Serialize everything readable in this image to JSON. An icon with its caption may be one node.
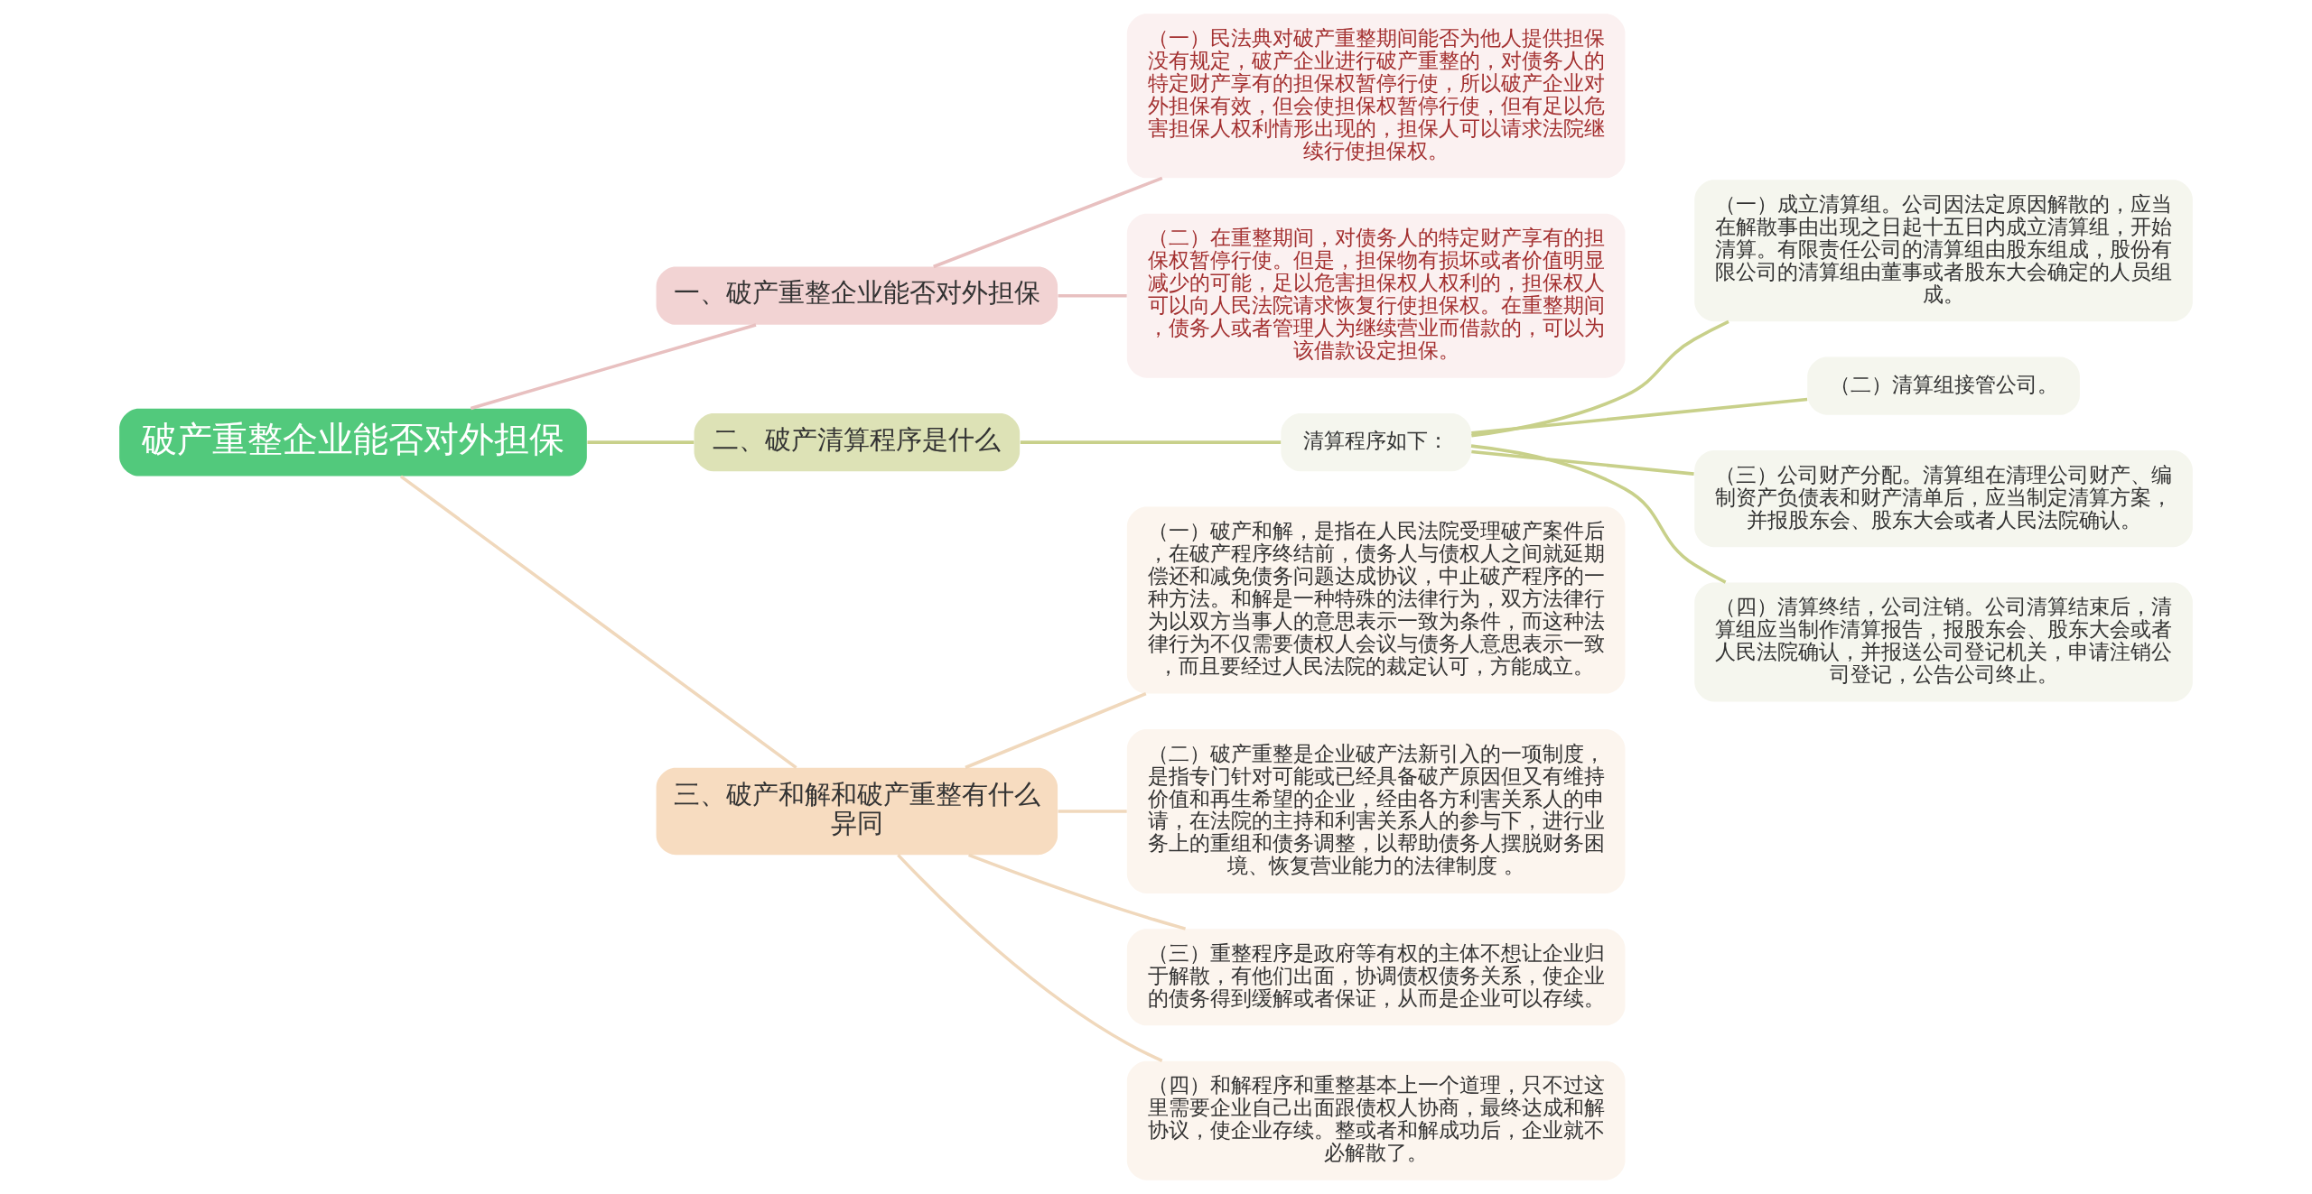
{
  "diagram": {
    "nodes": [
      {
        "text": [
          "破产重整企业能否对外担保"
        ]
      },
      {
        "text": [
          "一、破产重整企业能否对外担保"
        ]
      },
      {
        "text": [
          "（一）民法典对破产重整期间能否为他人提供担保没有规定，破产企业进行破产重整的，对债务人的特定财产享有的担保权暂停行使，所以破产企业对外担保有效，但会使担保权暂停行使，但有足以危害担保人权利情形出现的，担保人可以请求法院继续行使担保权。"
        ]
      },
      {
        "text": [
          "（二）在重整期间，对债务人的特定财产享有的担保权暂停行使。但是，担保物有损坏或者价值明显减少的可能，足以危害担保权人权利的，担保权人可以向人民法院请求恢复行使担保权。在重整期间，债务人或者管理人为继续营业而借款的，可以为该借款设定担保。"
        ]
      },
      {
        "text": [
          "二、破产清算程序是什么"
        ]
      },
      {
        "text": [
          "清算程序如下："
        ]
      },
      {
        "text": [
          "（一）成立清算组。公司因法定原因解散的，应当在解散事由出现之日起十五日内成立清算组，开始清算。有限责任公司的清算组由股东组成，股份有限公司的清算组由董事或者股东大会确定的人员组成。"
        ]
      },
      {
        "text": [
          "（二）清算组接管公司。"
        ]
      },
      {
        "text": [
          "（三）公司财产分配。清算组在清理公司财产、编制资产负债表和财产清单后，应当制定清算方案，并报股东会、股东大会或者人民法院确认。"
        ]
      },
      {
        "text": [
          "（四）清算终结，公司注销。公司清算结束后，清算组应当制作清算报告，报股东会、股东大会或者人民法院确认，并报送公司登记机关，申请注销公司登记，公告公司终止。"
        ]
      },
      {
        "text": [
          "三、破产和解和破产重整有什么异同"
        ]
      },
      {
        "text": [
          "（一）破产和解，是指在人民法院受理破产案件后，在破产程序终结前，债务人与债权人之间就延期偿还和减免债务问题达成协议，中止破产程序的一种方法。和解是一种特殊的法律行为，双方法律行为以双方当事人的意思表示一致为条件，而这种法律行为不仅需要债权人会议与债务人意思表示一致，而且要经过人民法院的裁定认可，方能成立。"
        ]
      },
      {
        "text": [
          "（二）破产重整是企业破产法新引入的一项制度，是指专门针对可能或已经具备破产原因但又有维持价值和再生希望的企业，经由各方利害关系人的申请，在法院的主持和利害关系人的参与下，进行业务上的重组和债务调整，以帮助债务人摆脱财务困境、恢复营业能力的法律制度 。"
        ]
      },
      {
        "text": [
          "（三）重整程序是政府等有权的主体不想让企业归于解散，有他们出面，协调债权债务关系，使企业的债务得到缓解或者保证，从而是企业可以存续。"
        ]
      },
      {
        "text": [
          "（四）和解程序和重整基本上一个道理，只不过这里需要企业自己出面跟债权人协商，最终达成和解协议，使企业存续。整或者和解成功后，企业就不必解散了。"
        ]
      }
    ],
    "edges": [
      {
        "from": 0,
        "to": 1,
        "arrow": "none",
        "color": "#e8c0c0"
      },
      {
        "from": 1,
        "to": 2,
        "arrow": "none",
        "color": "#e8c0c0"
      },
      {
        "from": 1,
        "to": 3,
        "arrow": "none",
        "color": "#e8c0c0"
      },
      {
        "from": 0,
        "to": 4,
        "arrow": "none"
      },
      {
        "from": 4,
        "to": 5,
        "arrow": "none"
      },
      {
        "from": 5,
        "to": 6,
        "arrow": "none"
      },
      {
        "from": 5,
        "to": 7,
        "arrow": "none"
      },
      {
        "from": 5,
        "to": 8,
        "arrow": "none"
      },
      {
        "from": 5,
        "to": 9,
        "arrow": "none"
      },
      {
        "from": 0,
        "to": 10,
        "arrow": "none",
        "color": "#f0d8bc"
      },
      {
        "from": 10,
        "to": 11,
        "arrow": "none",
        "color": "#f0d8bc"
      },
      {
        "from": 10,
        "to": 12,
        "arrow": "none",
        "color": "#f0d8bc"
      },
      {
        "from": 10,
        "to": 13,
        "arrow": "none",
        "color": "#f0d8bc"
      },
      {
        "from": 10,
        "to": 14,
        "arrow": "none",
        "color": "#f0d8bc"
      }
    ]
  }
}
